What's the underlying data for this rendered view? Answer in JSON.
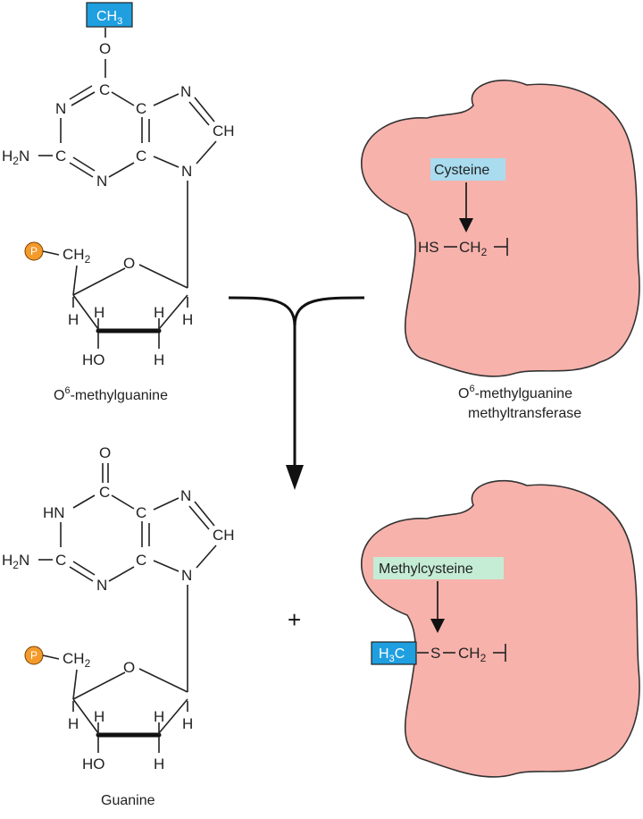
{
  "colors": {
    "methyl_box": "#1f9fe0",
    "cysteine_box": "#a9dcef",
    "methylcysteine_box": "#c5ecd5",
    "phosphate": "#f39a2b",
    "protein_fill": "#f7b2ab"
  },
  "top_molecule": {
    "methyl": "CH",
    "methyl_sub": "3",
    "o": "O",
    "c_top": "C",
    "n1": "N",
    "n7": "N",
    "ch8": "CH",
    "h2n": "H",
    "h2n_sub": "2",
    "h2n_tail": "N",
    "c2": "C",
    "c4": "C",
    "c5": "C",
    "n3": "N",
    "n9": "N",
    "phosphate": "P",
    "ch2": "CH",
    "ch2_sub": "2",
    "ring_o": "O",
    "h1": "H",
    "h2": "H",
    "h3": "H",
    "h4": "H",
    "ho": "HO",
    "h5": "H",
    "caption_o": "O",
    "caption_sup": "6",
    "caption_rest": "-methylguanine"
  },
  "bottom_molecule": {
    "o": "O",
    "c6": "C",
    "hn": "HN",
    "n7": "N",
    "ch8": "CH",
    "h2n": "H",
    "h2n_sub": "2",
    "h2n_tail": "N",
    "c2": "C",
    "c4": "C",
    "c5": "C",
    "n3": "N",
    "n9": "N",
    "phosphate": "P",
    "ch2": "CH",
    "ch2_sub": "2",
    "ring_o": "O",
    "h1": "H",
    "h2": "H",
    "h3": "H",
    "h4": "H",
    "ho": "HO",
    "h5": "H",
    "caption": "Guanine"
  },
  "enzyme_top": {
    "label": "Cysteine",
    "hs": "HS",
    "ch2": "CH",
    "ch2_sub": "2",
    "caption_o": "O",
    "caption_sup": "6",
    "caption_rest": "-methylguanine",
    "caption_line2": "methyltransferase"
  },
  "enzyme_bottom": {
    "label": "Methylcysteine",
    "h3c_h": "H",
    "h3c_sub": "3",
    "h3c_c": "C",
    "s": "S",
    "ch2": "CH",
    "ch2_sub": "2"
  },
  "plus": "+"
}
